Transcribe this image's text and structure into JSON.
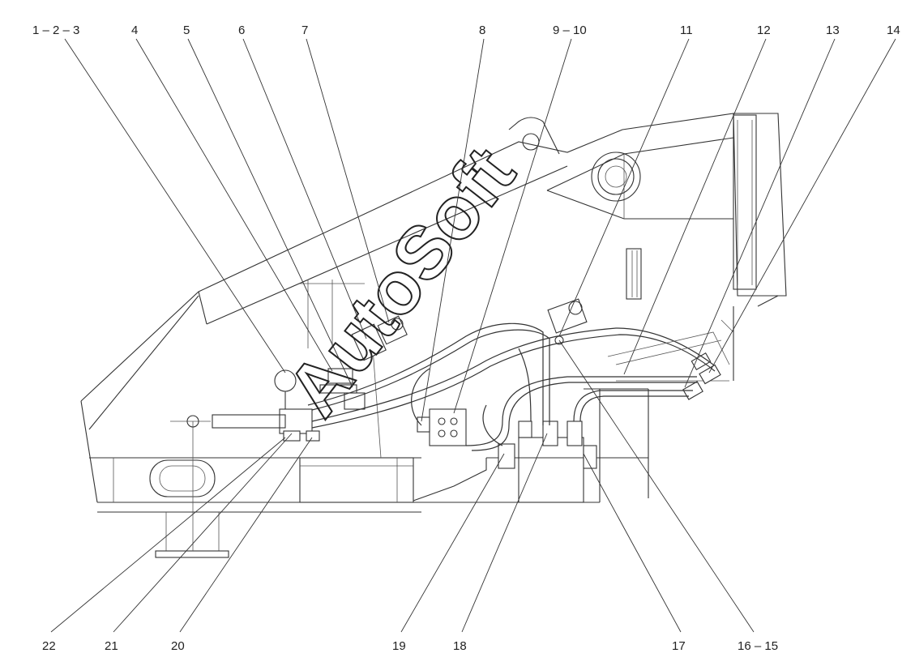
{
  "callouts": {
    "top": [
      "1 – 2 – 3",
      "4",
      "5",
      "6",
      "7",
      "8",
      "9 – 10",
      "11",
      "12",
      "13",
      "14"
    ],
    "bottom": [
      "22",
      "21",
      "20",
      "19",
      "18",
      "17",
      "16 – 15"
    ]
  },
  "watermark": "AutoSoft"
}
